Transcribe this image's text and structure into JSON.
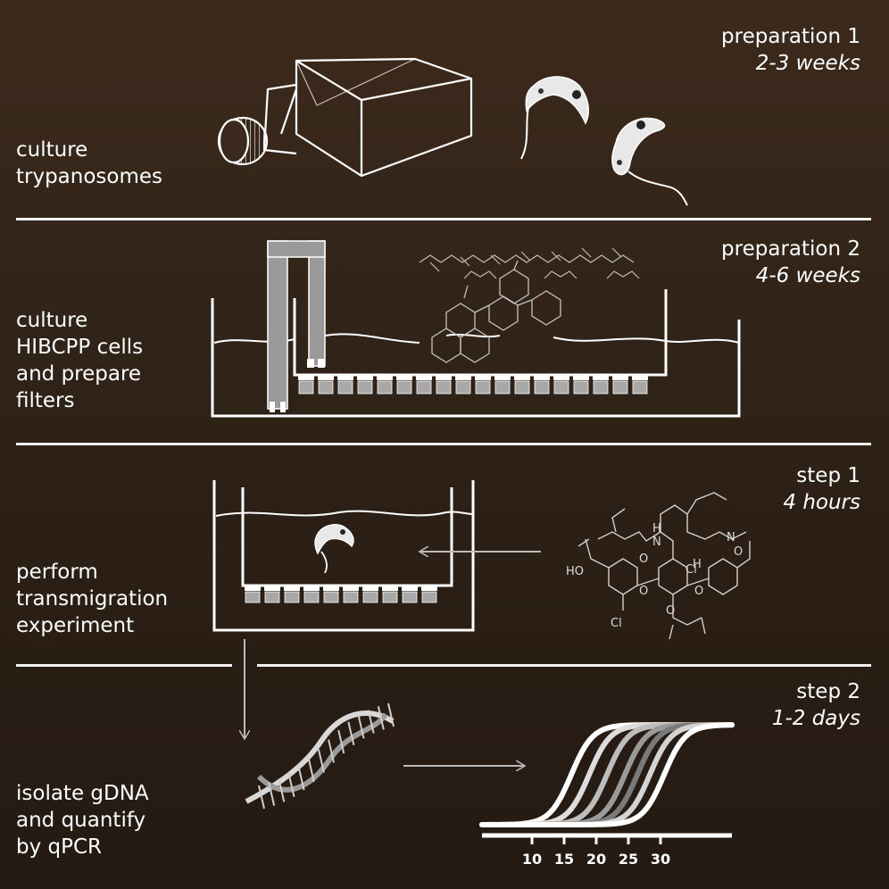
{
  "sections": [
    {
      "stage": "preparation 1",
      "duration": "2-3 weeks",
      "description": [
        "culture",
        "trypanosomes"
      ]
    },
    {
      "stage": "preparation 2",
      "duration": "4-6 weeks",
      "description": [
        "culture",
        "HIBCPP cells",
        "and prepare",
        "filters"
      ]
    },
    {
      "stage": "step 1",
      "duration": "4 hours",
      "description": [
        "perform",
        "transmigration",
        "experiment"
      ]
    },
    {
      "stage": "step 2",
      "duration": "1-2 days",
      "description": [
        "isolate gDNA",
        "and quantify",
        "by qPCR"
      ]
    }
  ],
  "chemistry": {
    "chloro_labels": [
      "Cl",
      "Cl"
    ],
    "hydroxyl_label": "HO",
    "nitrogen_labels": [
      "N",
      "N",
      "H",
      "H"
    ],
    "oxygen_labels": [
      "O",
      "O",
      "O",
      "O",
      "O"
    ]
  },
  "qpcr_axis": {
    "ticks": [
      "10",
      "15",
      "20",
      "25",
      "30"
    ]
  },
  "colors": {
    "background_top": "#3c2a1c",
    "background_bottom": "#241a12",
    "line": "#ffffff"
  }
}
